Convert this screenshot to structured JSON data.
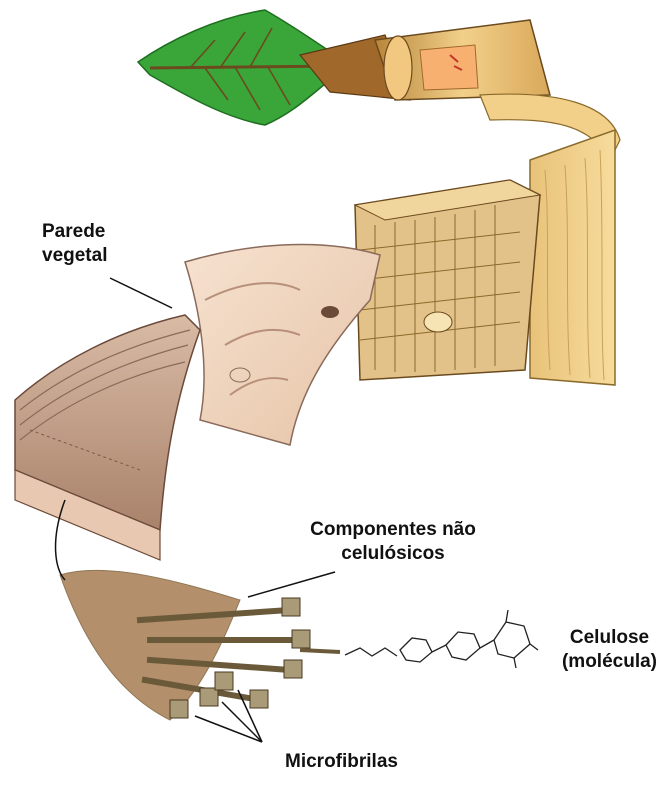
{
  "labels": {
    "parede_line1": "Parede",
    "parede_line2": "vegetal",
    "componentes_line1": "Componentes não",
    "componentes_line2": "celulósicos",
    "celulose_line1": "Celulose",
    "celulose_line2": "(molécula)",
    "microfibrilas": "Microfibrilas"
  },
  "colors": {
    "leaf": "#3aa63a",
    "leaf_vein": "#6b4a1e",
    "wood_light": "#f2d08a",
    "wood_mid": "#e0b060",
    "wood_dark": "#b8863a",
    "cell_wall": "#f3d9c4",
    "cell_wall_dark": "#caa58a",
    "layers": "#c9a58f",
    "fibril_dark": "#6b5a3a",
    "fibril_mid": "#a99a78",
    "noncellulosic": "#9a6a3a",
    "text": "#111111"
  }
}
